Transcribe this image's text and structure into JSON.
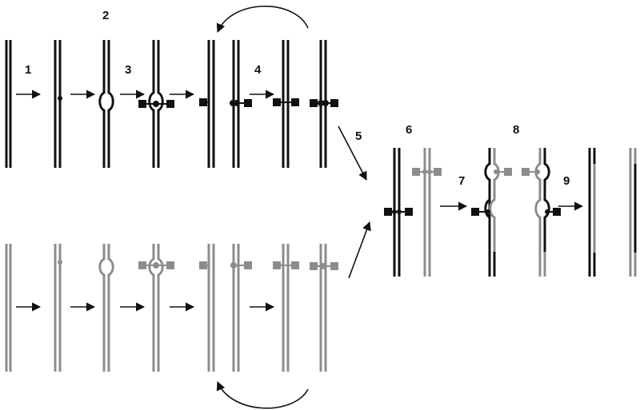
{
  "step_labels": [
    "1",
    "2",
    "3",
    "4",
    "5",
    "6",
    "7",
    "8",
    "9"
  ],
  "colors": {
    "dark": "#111111",
    "grey": "#8c8c8c",
    "background": "#ffffff"
  },
  "icons": {
    "arrow": "arrow-icon",
    "curved_arrow": "curved-arrow-icon",
    "marker": "square-marker-icon",
    "dot": "dot-icon"
  }
}
